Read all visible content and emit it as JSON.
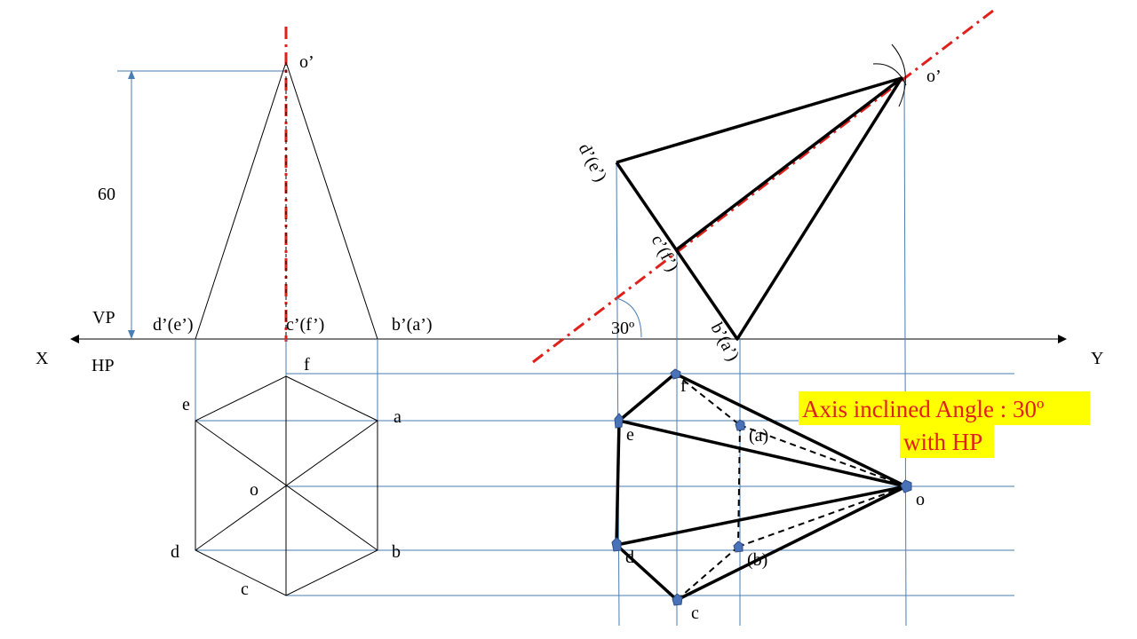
{
  "labels": {
    "x_axis": "X",
    "y_axis": "Y",
    "vp": "VP",
    "hp": "HP",
    "height_dim": "60",
    "apex_left": "o’",
    "base_left_d": "d’(e’)",
    "base_left_c": "c’(f’)",
    "base_left_b": "b’(a’)",
    "top_f": "f",
    "top_e": "e",
    "top_a": "a",
    "top_o": "o",
    "top_d": "d",
    "top_b": "b",
    "top_c": "c",
    "apex_right": "o’",
    "rot_d": "d’(e’)",
    "rot_c": "c’(f’)",
    "rot_b": "b’(a’)",
    "angle": "30º",
    "plan_f": "f",
    "plan_e": "e",
    "plan_a": "(a)",
    "plan_o": "o",
    "plan_d": "d",
    "plan_b": "(b)",
    "plan_c": "c"
  },
  "note": {
    "line1": "Axis inclined Angle : 30º",
    "line2": "with HP"
  },
  "colors": {
    "axis_red": "#e0201b",
    "projector_blue": "#4a7eb5",
    "note_background": "#ffff00",
    "note_text": "#e0201b"
  }
}
